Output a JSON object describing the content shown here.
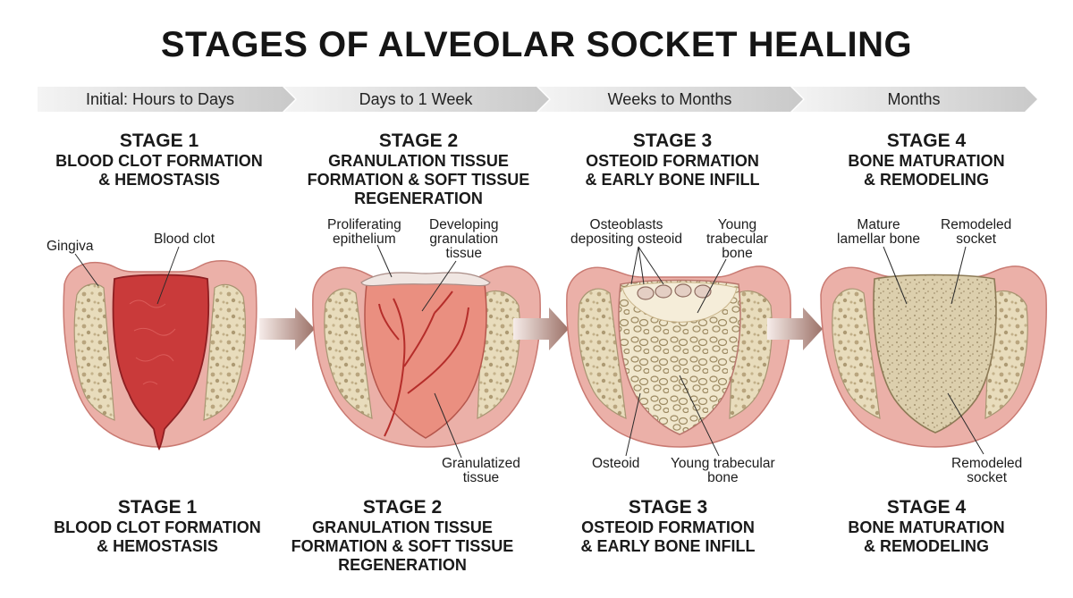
{
  "title": "STAGES OF ALVEOLAR SOCKET HEALING",
  "timeline": [
    {
      "label": "Initial: Hours to Days"
    },
    {
      "label": "Days to 1 Week"
    },
    {
      "label": "Weeks to Months"
    },
    {
      "label": "Months"
    }
  ],
  "stages": [
    {
      "number": "STAGE 1",
      "name": "BLOOD CLOT FORMATION\n& HEMOSTASIS",
      "labels": [
        "Gingiva",
        "Blood clot"
      ]
    },
    {
      "number": "STAGE 2",
      "name": "GRANULATION TISSUE\nFORMATION & SOFT TISSUE\nREGENERATION",
      "labels": [
        "Proliferating\nepithelium",
        "Developing\ngranulation\ntissue",
        "Granulatized\ntissue"
      ]
    },
    {
      "number": "STAGE 3",
      "name": "OSTEOID FORMATION\n& EARLY BONE INFILL",
      "labels": [
        "Osteoblasts\ndepositing osteoid",
        "Young\ntrabecular\nbone",
        "Osteoid",
        "Young trabecular\nbone"
      ]
    },
    {
      "number": "STAGE 4",
      "name": "BONE MATURATION\n& REMODELING",
      "labels": [
        "Mature\nlamellar bone",
        "Remodeled\nsocket",
        "Remodeled\nsocket"
      ]
    }
  ],
  "colors": {
    "gingiva": "#e9a7a0",
    "bone": "#e6d8b8",
    "clot": "#c93a3a",
    "granulation": "#e7867a",
    "osteoid": "#f1e6c6",
    "mature_bone": "#d9cba6",
    "arrow": "#b98f86",
    "timeline": "#d8d8d8"
  }
}
